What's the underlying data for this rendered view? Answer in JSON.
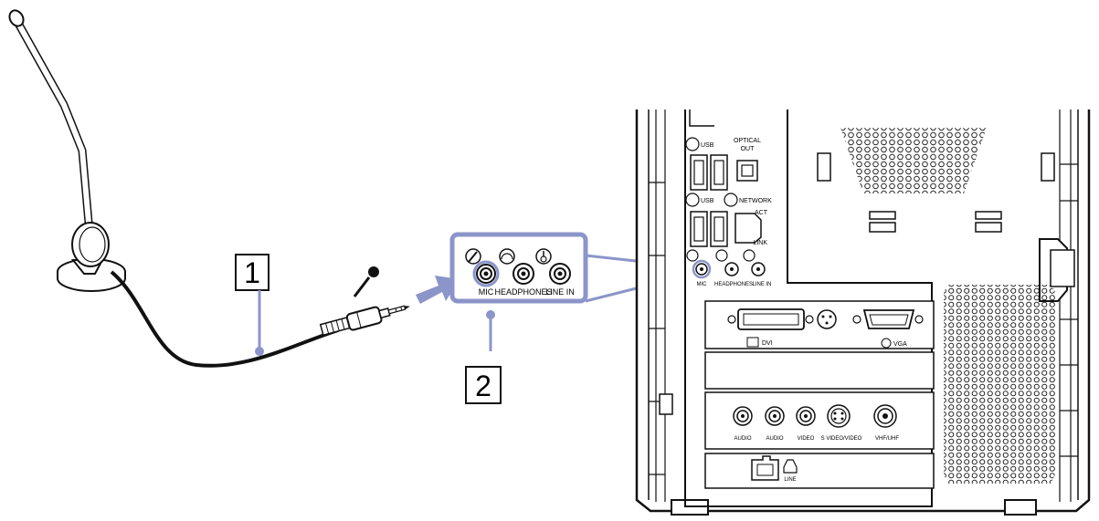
{
  "callouts": {
    "one": "1",
    "two": "2"
  },
  "zoom_panel": {
    "mic": "MIC",
    "headphones": "HEADPHONES",
    "line_in": "LINE IN"
  },
  "computer": {
    "usb_top": "USB",
    "optical_line1": "OPTICAL",
    "optical_line2": "OUT",
    "usb_mid": "USB",
    "network": "NETWORK",
    "act": "ACT",
    "link": "LINK",
    "mic": "MIC",
    "headphones": "HEADPHONES",
    "line_in": "LINE IN",
    "dvi": "DVI",
    "vga": "VGA",
    "audio1": "AUDIO",
    "audio2": "AUDIO",
    "video": "VIDEO",
    "svideo": "S VIDEO/VIDEO",
    "vhf": "VHF/UHF",
    "line": "LINE"
  },
  "colors": {
    "accent": "#8b95c9",
    "line": "#111111"
  }
}
